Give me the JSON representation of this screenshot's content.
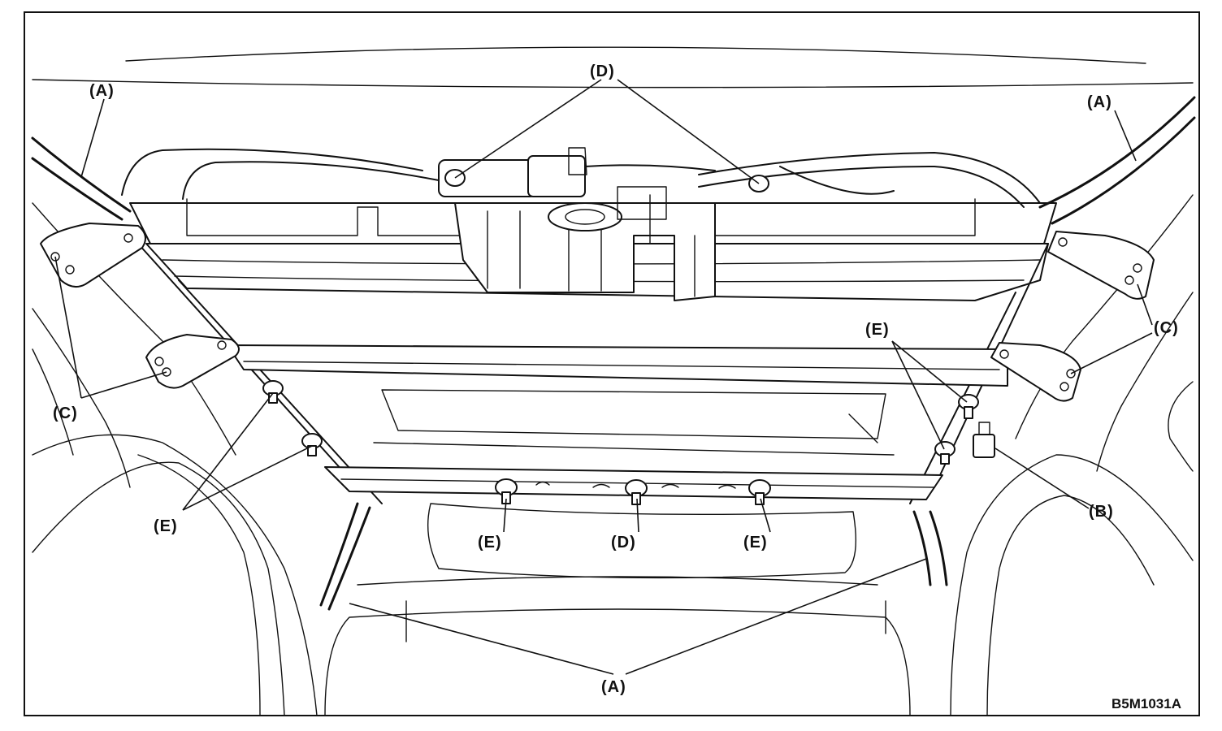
{
  "figure_code": "B5M1031A",
  "labels": {
    "A": "(A)",
    "B": "(B)",
    "C": "(C)",
    "D": "(D)",
    "E": "(E)"
  }
}
